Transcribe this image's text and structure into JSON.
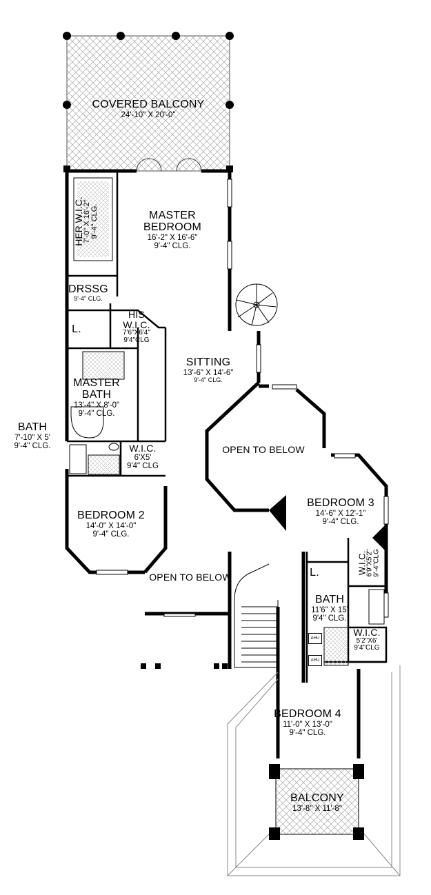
{
  "rooms": {
    "covered_balcony": {
      "name": "COVERED BALCONY",
      "dims": "24'-10\" X 20'-0\""
    },
    "her_wic": {
      "name": "HER W.I.C.",
      "dims": "7'-0\" X 16'-2\"",
      "clg": "9'-4\" CLG."
    },
    "master_bedroom": {
      "name1": "MASTER",
      "name2": "BEDROOM",
      "dims": "16'-2\" X 16'-6\"",
      "clg": "9'-4\" CLG."
    },
    "drssg": {
      "name": "DRSSG",
      "clg": "9'-4\" CLG."
    },
    "his_wic": {
      "name1": "HIS",
      "name2": "W.I.C.",
      "dims": "7'6\"X6'4\"",
      "clg": "9'4\"CLG"
    },
    "linen1": {
      "name": "L."
    },
    "sitting": {
      "name": "SITTING",
      "dims": "13'-6\" X 14'-6\"",
      "clg": "9'-4\" CLG."
    },
    "master_bath": {
      "name1": "MASTER",
      "name2": "BATH",
      "dims": "13'-4\" X 8'-0\"",
      "clg": "9'-4\" CLG."
    },
    "bath_outside": {
      "name": "BATH",
      "dims": "7'-10\" X 5'",
      "clg": "9'-4\" CLG."
    },
    "wic_small": {
      "name": "W.I.C.",
      "dims": "6'X5'",
      "clg": "9'4\" CLG"
    },
    "open_below_1": {
      "name": "OPEN TO BELOW"
    },
    "bedroom3": {
      "name": "BEDROOM 3",
      "dims": "14'-6\" X 12'-1\"",
      "clg": "9'-4\" CLG."
    },
    "bedroom2": {
      "name": "BEDROOM 2",
      "dims": "14'-0\" X 14'-0\"",
      "clg": "9'-4\" CLG."
    },
    "wic_b3": {
      "name": "W.I.C.",
      "dims": "6'9\"X5'2\"",
      "clg": "9'-4\"CLG"
    },
    "open_below_2": {
      "name": "OPEN TO BELOW"
    },
    "linen2": {
      "name": "L."
    },
    "bath2": {
      "name": "BATH",
      "dims": "11'6\" X 15'",
      "clg": "9'4\" CLG."
    },
    "wic_b4": {
      "name": "W.I.C.",
      "dims": "5'2\"X6'",
      "clg": "9'4\"CLG"
    },
    "ahu1": {
      "name": "AHU"
    },
    "ahu2": {
      "name": "AHU"
    },
    "bedroom4": {
      "name": "BEDROOM 4",
      "dims": "11'-0\" X 13'-0\"",
      "clg": "9'-4\" CLG."
    },
    "balcony": {
      "name": "BALCONY",
      "dims": "13'-8\" X 11'-8\""
    }
  }
}
